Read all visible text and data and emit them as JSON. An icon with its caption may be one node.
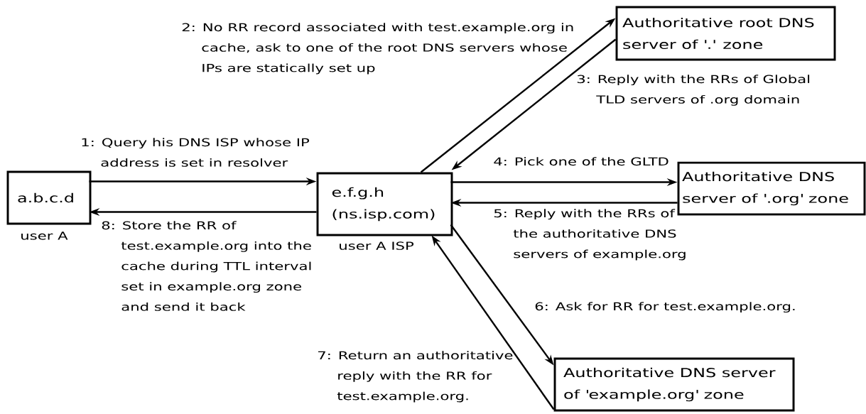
{
  "diagram": {
    "nodes": [
      {
        "text": [
          "a.b.c.d"
        ],
        "beside": [
          "user A"
        ]
      },
      {
        "text": [
          "e.f.g.h (ns.isp.com)"
        ],
        "beside": [
          "user A ISP"
        ]
      },
      {
        "text": [
          "Authoritative root DNS server of '.' zone"
        ]
      },
      {
        "text": [
          "Authoritative DNS server of '.org' zone"
        ]
      },
      {
        "text": [
          "Authoritative DNS server of 'example.org' zone"
        ]
      }
    ],
    "edges": [
      {
        "from": 0,
        "to": 1,
        "arrow": "to",
        "label": "1: Query his DNS ISP whose IP address is set in resolver"
      },
      {
        "from": 1,
        "to": 2,
        "arrow": "to",
        "label": "2: No RR record associated with test.example.org in cache, ask to one of the root DNS servers whose IPs are statically set up"
      },
      {
        "from": 2,
        "to": 1,
        "arrow": "to",
        "label": "3: Reply with the RRs of Global TLD servers of .org domain"
      },
      {
        "from": 1,
        "to": 3,
        "arrow": "to",
        "label": "4: Pick one of the GLTD"
      },
      {
        "from": 3,
        "to": 1,
        "arrow": "to",
        "label": "5: Reply with the RRs of the authoritative DNS servers of example.org"
      },
      {
        "from": 1,
        "to": 4,
        "arrow": "to",
        "label": "6: Ask for RR for test.example.org."
      },
      {
        "from": 4,
        "to": 1,
        "arrow": "to",
        "label": "7: Return an authoritative reply with the RR for test.example.org."
      },
      {
        "from": 1,
        "to": 0,
        "arrow": "to",
        "label": "8: Store the RR of test.example.org into the cache during TTL interval set in example.org zone and send it back"
      }
    ]
  }
}
